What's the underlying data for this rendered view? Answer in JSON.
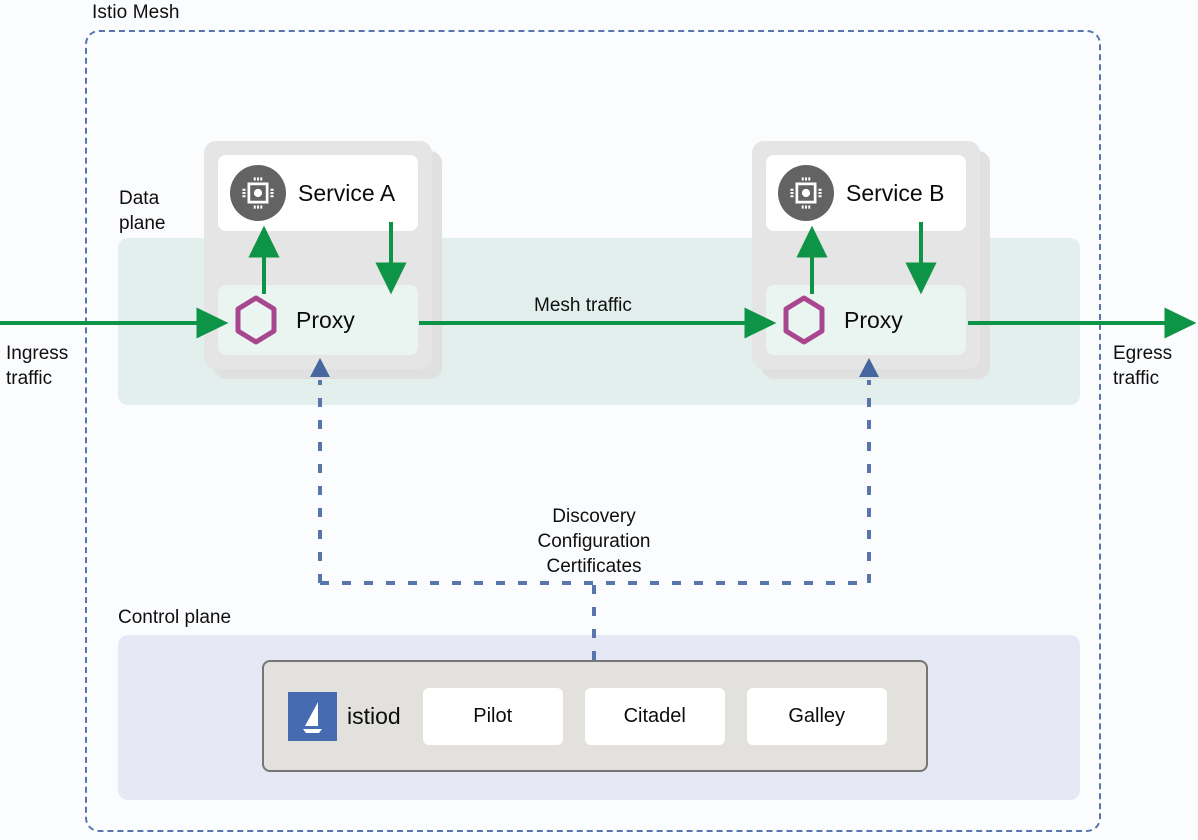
{
  "mesh": {
    "title": "Istio Mesh",
    "border_color": "#5875ae"
  },
  "planes": {
    "data_plane_label": "Data\nplane",
    "control_plane_label": "Control plane",
    "data_plane_color": "#e2efed",
    "control_plane_color": "#e6e9f5"
  },
  "traffic": {
    "ingress_label": "Ingress\ntraffic",
    "egress_label": "Egress\ntraffic",
    "mesh_traffic_label": "Mesh traffic",
    "arrow_color": "#0e9446"
  },
  "control_signals": {
    "label": "Discovery\nConfiguration\nCertificates",
    "line_color": "#5875ae"
  },
  "pods": [
    {
      "id": "pod-a",
      "service_name": "Service A",
      "service_icon": "cpu-chip-icon",
      "proxy_name": "Proxy",
      "proxy_icon": "hexagon-icon",
      "icon_bg": "#636363",
      "hexagon_color": "#a8478f"
    },
    {
      "id": "pod-b",
      "service_name": "Service B",
      "service_icon": "cpu-chip-icon",
      "proxy_name": "Proxy",
      "proxy_icon": "hexagon-icon",
      "icon_bg": "#636363",
      "hexagon_color": "#a8478f"
    }
  ],
  "istiod": {
    "name": "istiod",
    "logo_icon": "istio-sail-logo",
    "logo_color": "#466bb0",
    "components": [
      {
        "label": "Pilot"
      },
      {
        "label": "Citadel"
      },
      {
        "label": "Galley"
      }
    ]
  }
}
